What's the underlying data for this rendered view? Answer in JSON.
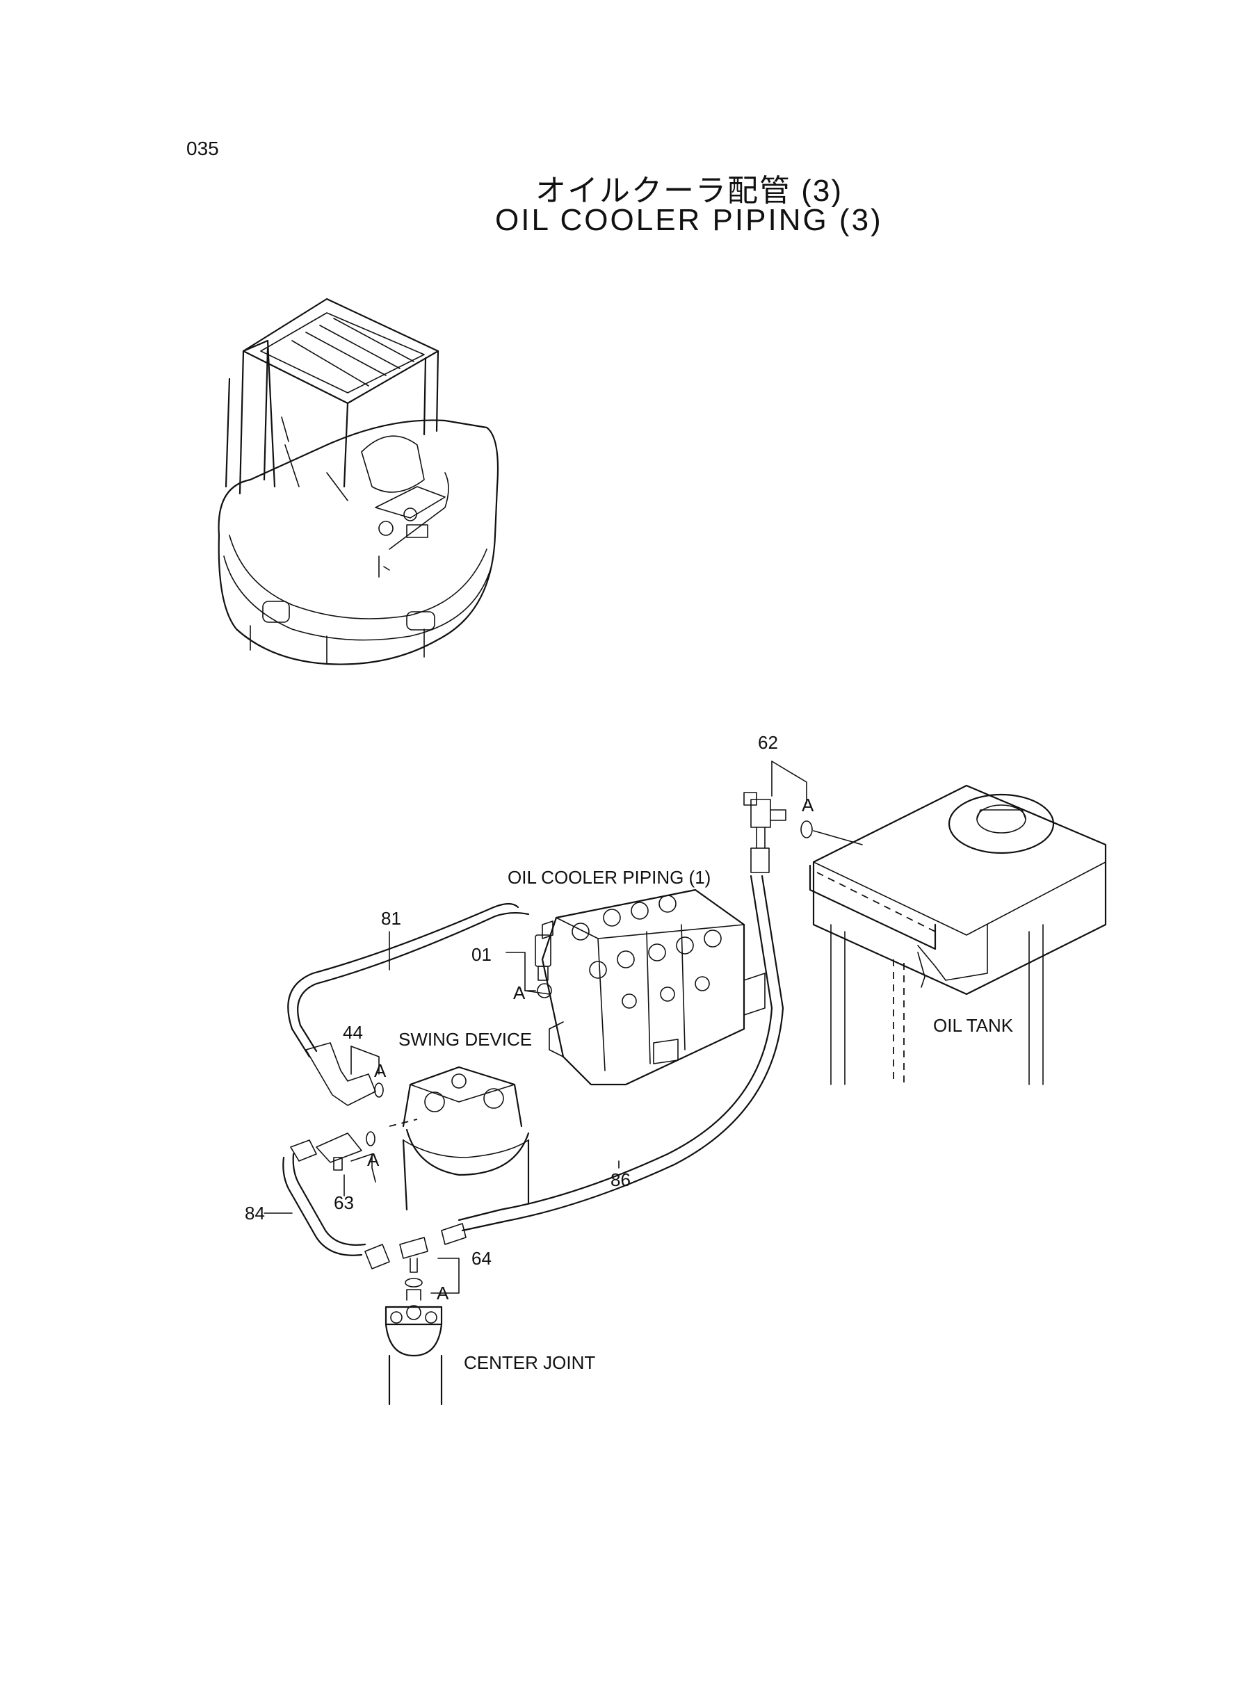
{
  "page_number": "035",
  "title_jp": "オイルクーラ配管 (3)",
  "title_en": "OIL COOLER PIPING (3)",
  "labels": {
    "oil_cooler_piping_1": "OIL COOLER PIPING (1)",
    "swing_device": "SWING DEVICE",
    "oil_tank": "OIL TANK",
    "center_joint": "CENTER JOINT"
  },
  "callouts": {
    "p62": "62",
    "p81": "81",
    "p01": "01",
    "p44": "44",
    "p63": "63",
    "p84": "84",
    "p86": "86",
    "p64": "64"
  },
  "ref_mark": "A"
}
